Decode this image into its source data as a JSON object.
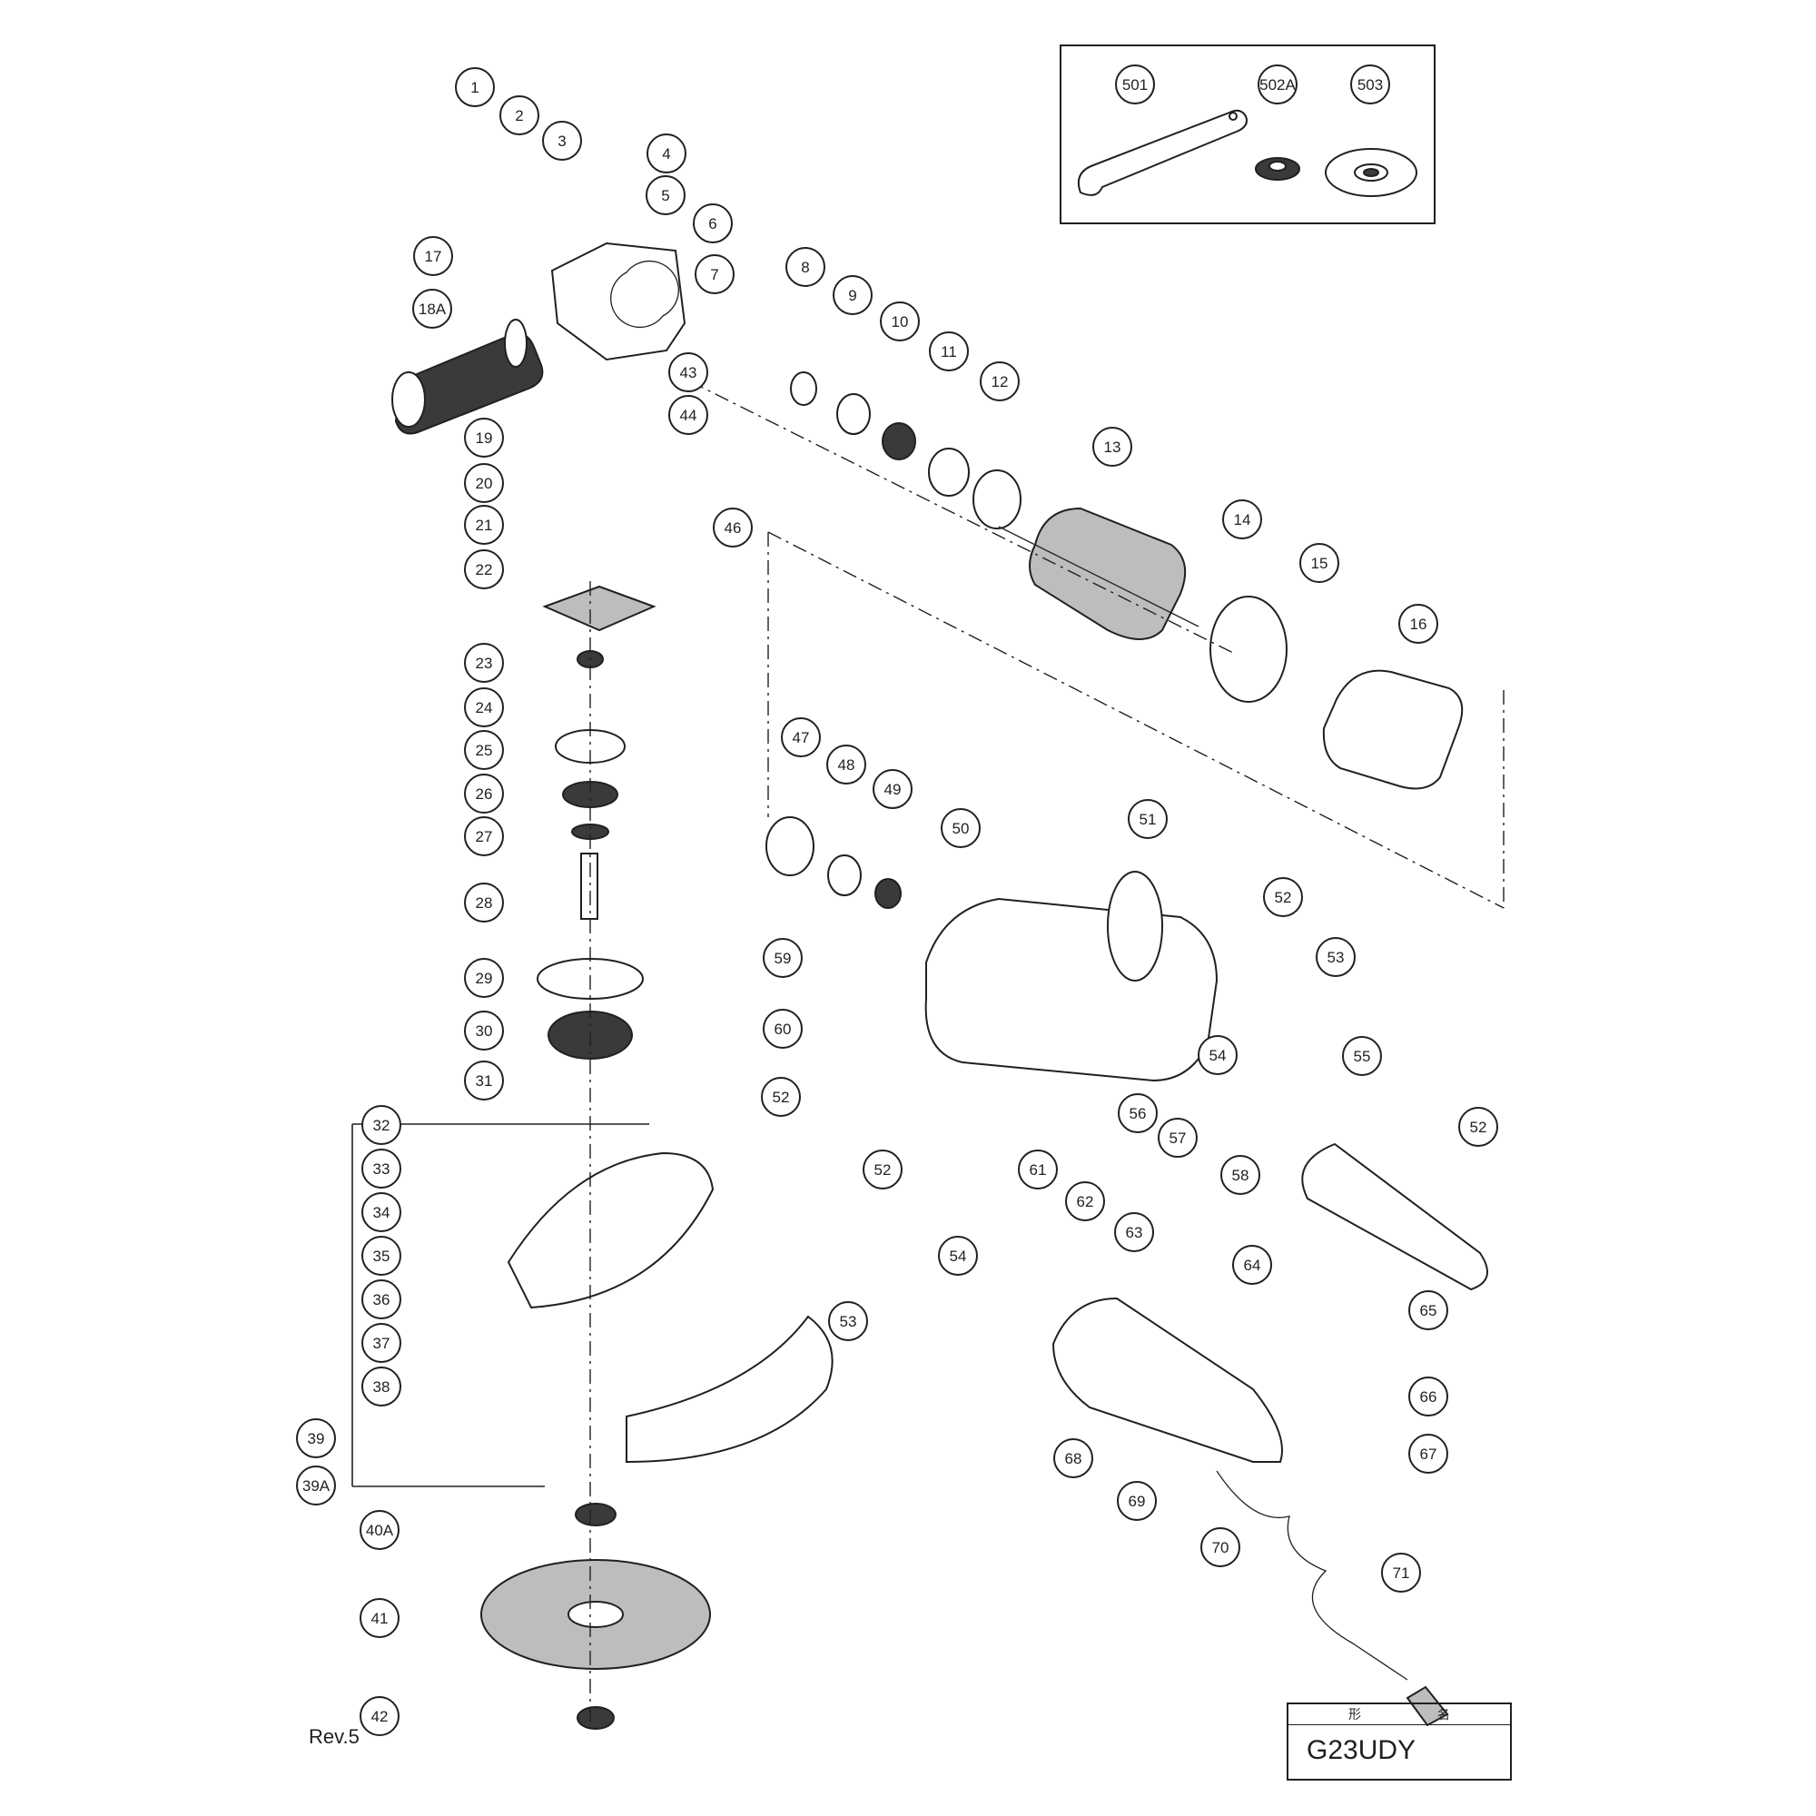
{
  "revision": "Rev.5",
  "title_block": {
    "header": "形 名",
    "model": "G23UDY"
  },
  "callouts": [
    {
      "label": "1"
    },
    {
      "label": "2"
    },
    {
      "label": "3"
    },
    {
      "label": "4"
    },
    {
      "label": "5"
    },
    {
      "label": "6"
    },
    {
      "label": "7"
    },
    {
      "label": "8"
    },
    {
      "label": "9"
    },
    {
      "label": "10"
    },
    {
      "label": "11"
    },
    {
      "label": "12"
    },
    {
      "label": "13"
    },
    {
      "label": "14"
    },
    {
      "label": "15"
    },
    {
      "label": "16"
    },
    {
      "label": "17"
    },
    {
      "label": "18A"
    },
    {
      "label": "19"
    },
    {
      "label": "20"
    },
    {
      "label": "21"
    },
    {
      "label": "22"
    },
    {
      "label": "23"
    },
    {
      "label": "24"
    },
    {
      "label": "25"
    },
    {
      "label": "26"
    },
    {
      "label": "27"
    },
    {
      "label": "28"
    },
    {
      "label": "29"
    },
    {
      "label": "30"
    },
    {
      "label": "31"
    },
    {
      "label": "32"
    },
    {
      "label": "33"
    },
    {
      "label": "34"
    },
    {
      "label": "35"
    },
    {
      "label": "36"
    },
    {
      "label": "37"
    },
    {
      "label": "38"
    },
    {
      "label": "39"
    },
    {
      "label": "39A"
    },
    {
      "label": "40A"
    },
    {
      "label": "41"
    },
    {
      "label": "42"
    },
    {
      "label": "43"
    },
    {
      "label": "44"
    },
    {
      "label": "46"
    },
    {
      "label": "47"
    },
    {
      "label": "48"
    },
    {
      "label": "49"
    },
    {
      "label": "50"
    },
    {
      "label": "51"
    },
    {
      "label": "52"
    },
    {
      "label": "53"
    },
    {
      "label": "54"
    },
    {
      "label": "55"
    },
    {
      "label": "52"
    },
    {
      "label": "56"
    },
    {
      "label": "57"
    },
    {
      "label": "58"
    },
    {
      "label": "59"
    },
    {
      "label": "60"
    },
    {
      "label": "52"
    },
    {
      "label": "52"
    },
    {
      "label": "61"
    },
    {
      "label": "54"
    },
    {
      "label": "53"
    },
    {
      "label": "62"
    },
    {
      "label": "63"
    },
    {
      "label": "64"
    },
    {
      "label": "65"
    },
    {
      "label": "66"
    },
    {
      "label": "67"
    },
    {
      "label": "68"
    },
    {
      "label": "69"
    },
    {
      "label": "70"
    },
    {
      "label": "71"
    },
    {
      "label": "501"
    },
    {
      "label": "502A"
    },
    {
      "label": "503"
    }
  ]
}
